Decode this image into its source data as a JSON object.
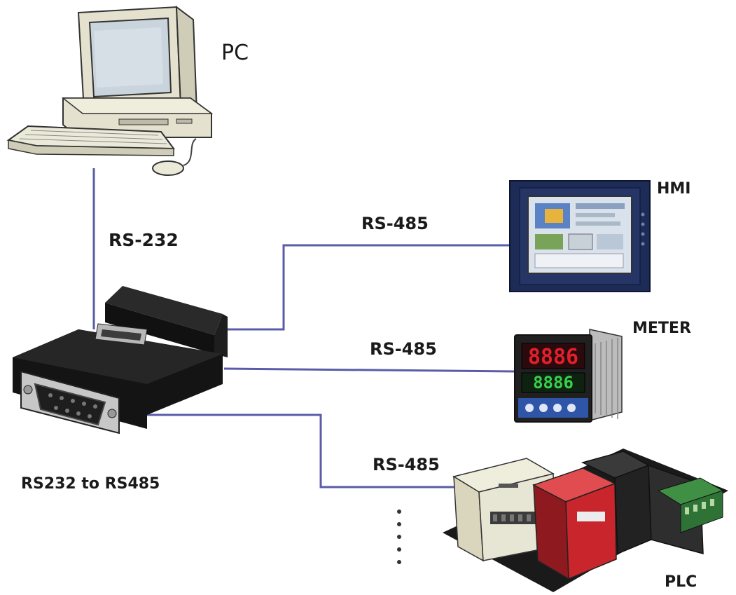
{
  "colors": {
    "connection_line": "#5a5ca8",
    "label_text": "#1a1a1a",
    "device_beige": "#e7e5d3",
    "converter_black": "#141414",
    "plc_red": "#c9252c",
    "meter_red_digits": "#e0202a",
    "meter_green_digits": "#39d04c"
  },
  "nodes": {
    "pc": {
      "label": "PC",
      "icon": "desktop-computer-icon"
    },
    "converter": {
      "label": "RS232 to RS485",
      "icon": "serial-converter-icon"
    },
    "hmi": {
      "label": "HMI",
      "icon": "touch-panel-icon"
    },
    "meter": {
      "label": "METER",
      "icon": "panel-meter-icon"
    },
    "plc": {
      "label": "PLC",
      "icon": "plc-module-icon"
    }
  },
  "links": [
    {
      "from": "pc",
      "to": "converter",
      "label": "RS-232"
    },
    {
      "from": "converter",
      "to": "hmi",
      "label": "RS-485"
    },
    {
      "from": "converter",
      "to": "meter",
      "label": "RS-485"
    },
    {
      "from": "converter",
      "to": "plc",
      "label": "RS-485"
    }
  ],
  "continuation_marker": "more-devices-ellipsis"
}
